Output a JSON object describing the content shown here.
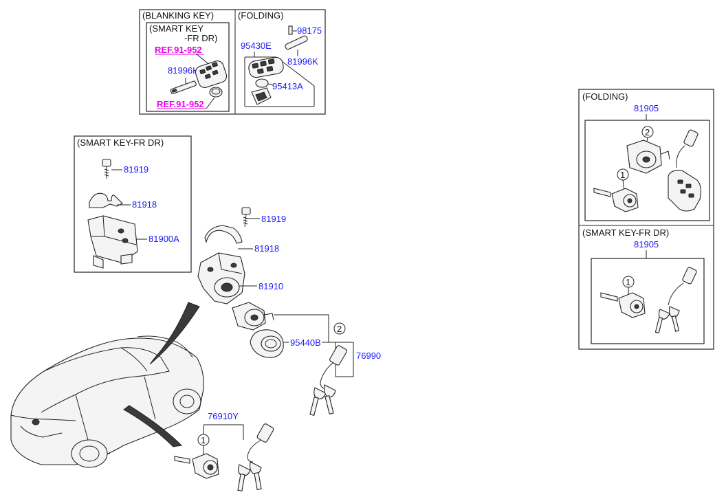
{
  "labels": {
    "blanking_key": "(BLANKING KEY)",
    "smart_key_line1": "(SMART KEY",
    "smart_key_line2": "-FR DR)",
    "folding_top": "(FOLDING)",
    "smart_key_fr_dr_left": "(SMART KEY-FR DR)",
    "folding_right": "(FOLDING)",
    "smart_key_fr_dr_right": "(SMART KEY-FR DR)"
  },
  "refs": {
    "ref1": "REF.91-952",
    "ref2": "REF.91-952"
  },
  "parts": {
    "p81996H": "81996H",
    "p95430E": "95430E",
    "p98175": "98175",
    "p81996K": "81996K",
    "p95413A": "95413A",
    "p81919_a": "81919",
    "p81918_a": "81918",
    "p81900A": "81900A",
    "p81919_b": "81919",
    "p81918_b": "81918",
    "p81910": "81910",
    "p95440B": "95440B",
    "p76990": "76990",
    "p76910Y": "76910Y",
    "p81905_a": "81905",
    "p81905_b": "81905"
  },
  "callouts": {
    "c1_bottom": "1",
    "c2_mid": "2",
    "c2_right": "2",
    "c1_right_top": "1",
    "c1_right_bottom": "1"
  },
  "colors": {
    "part_number": "#1a1aff",
    "reference": "#e600e6",
    "line": "#222222"
  }
}
